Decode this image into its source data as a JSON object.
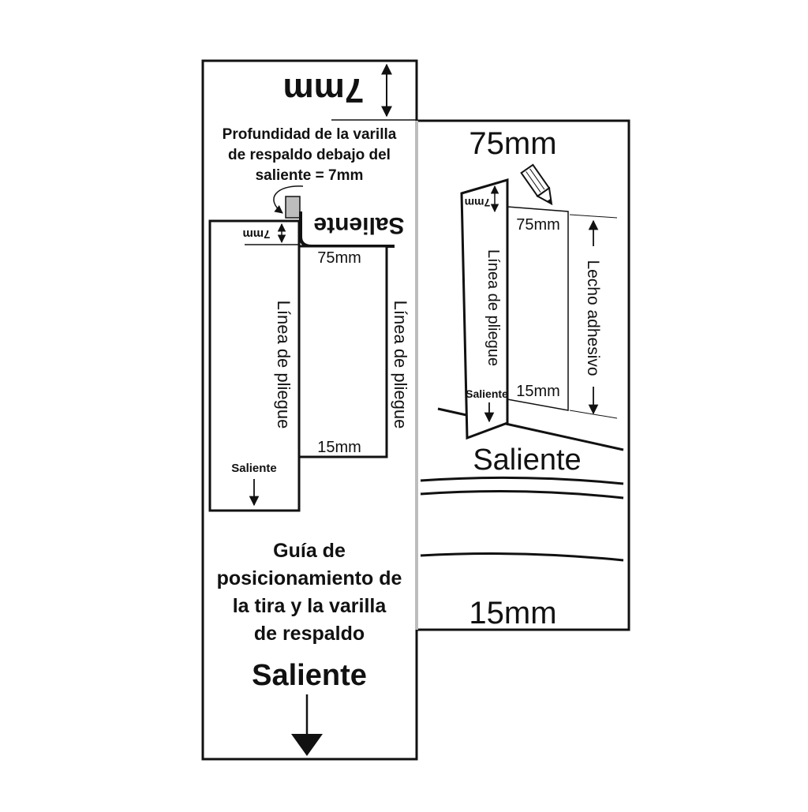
{
  "left_panel": {
    "top_dimension": "7mm",
    "depth_note_lines": [
      "Profundidad de la varilla",
      "de respaldo debajo del",
      "saliente = 7mm"
    ],
    "strip": {
      "saliente_flipped": "Saliente",
      "small_7mm": "7mm",
      "dim_75mm": "75mm",
      "fold_line_left": "Línea de pliegue",
      "fold_line_right": "Línea de pliegue",
      "dim_15mm": "15mm",
      "saliente_small": "Saliente"
    },
    "guide_lines": [
      "Guía de",
      "posicionamiento de",
      "la tira y la varilla",
      "de respaldo"
    ],
    "bottom_label": "Saliente"
  },
  "right_panel": {
    "top_dimension": "75mm",
    "strip": {
      "small_7mm": "7mm",
      "dim_75mm": "75mm",
      "fold_line": "Línea de pliegue",
      "saliente_small": "Saliente",
      "dim_15mm": "15mm",
      "adhesive_bed": "Lecho adhesivo"
    },
    "saliente_label": "Saliente",
    "bottom_dimension": "15mm"
  },
  "colors": {
    "ink": "#111111",
    "paper": "#ffffff",
    "rod": "#bdbdbd"
  }
}
